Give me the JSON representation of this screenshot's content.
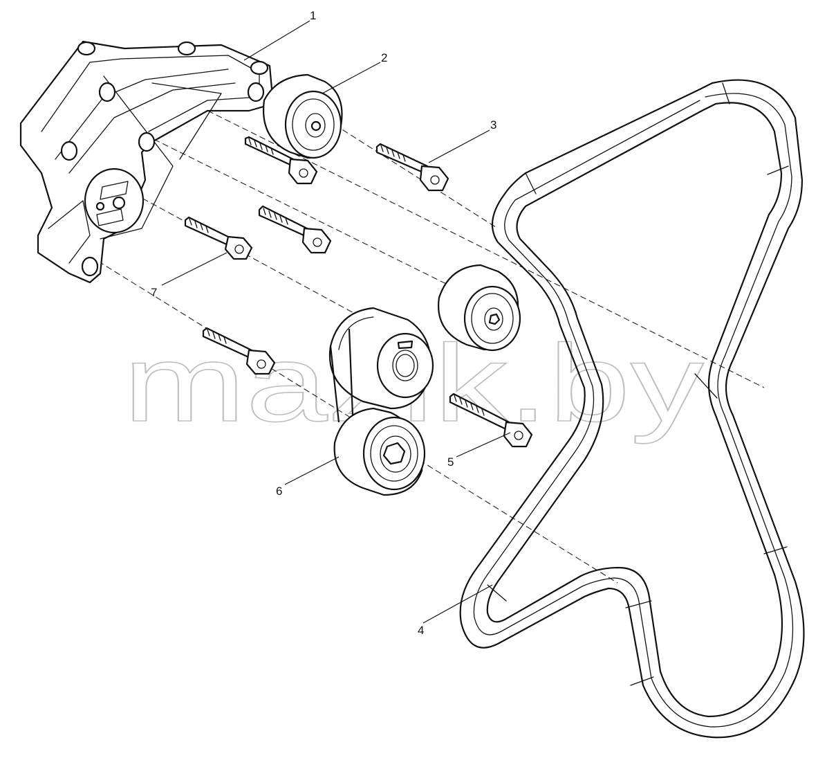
{
  "callouts": [
    {
      "id": "1",
      "label": "1"
    },
    {
      "id": "2",
      "label": "2"
    },
    {
      "id": "3",
      "label": "3"
    },
    {
      "id": "4",
      "label": "4"
    },
    {
      "id": "5",
      "label": "5"
    },
    {
      "id": "6",
      "label": "6"
    },
    {
      "id": "7",
      "label": "7"
    }
  ],
  "watermark": "mazik.by",
  "colors": {
    "line": "#111111",
    "watermark": "#bfbfbf",
    "background": "#ffffff"
  }
}
